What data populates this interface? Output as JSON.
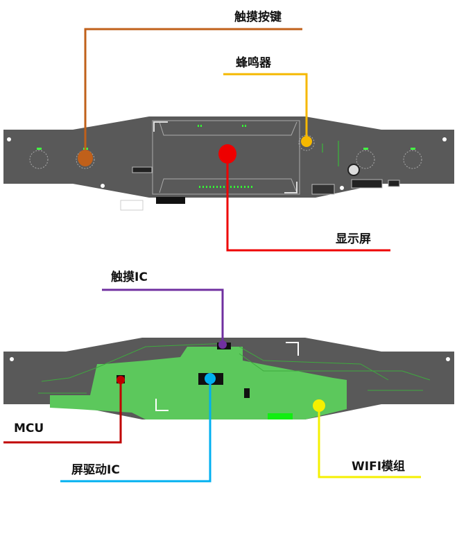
{
  "labels": {
    "touch_keys": "触摸按键",
    "buzzer": "蜂鸣器",
    "display": "显示屏",
    "touch_ic": "触摸IC",
    "mcu": "MCU",
    "display_driver_ic": "屏驱动IC",
    "wifi_module": "WIFI模组"
  },
  "colors": {
    "touch_keys": "#C0601A",
    "buzzer": "#F5B800",
    "display": "#EE0000",
    "touch_ic": "#7030A0",
    "mcu": "#C00000",
    "display_driver_ic": "#00B0F0",
    "wifi_module": "#F5F000",
    "board": "#595959",
    "pcb_green": "#5CC85C"
  }
}
